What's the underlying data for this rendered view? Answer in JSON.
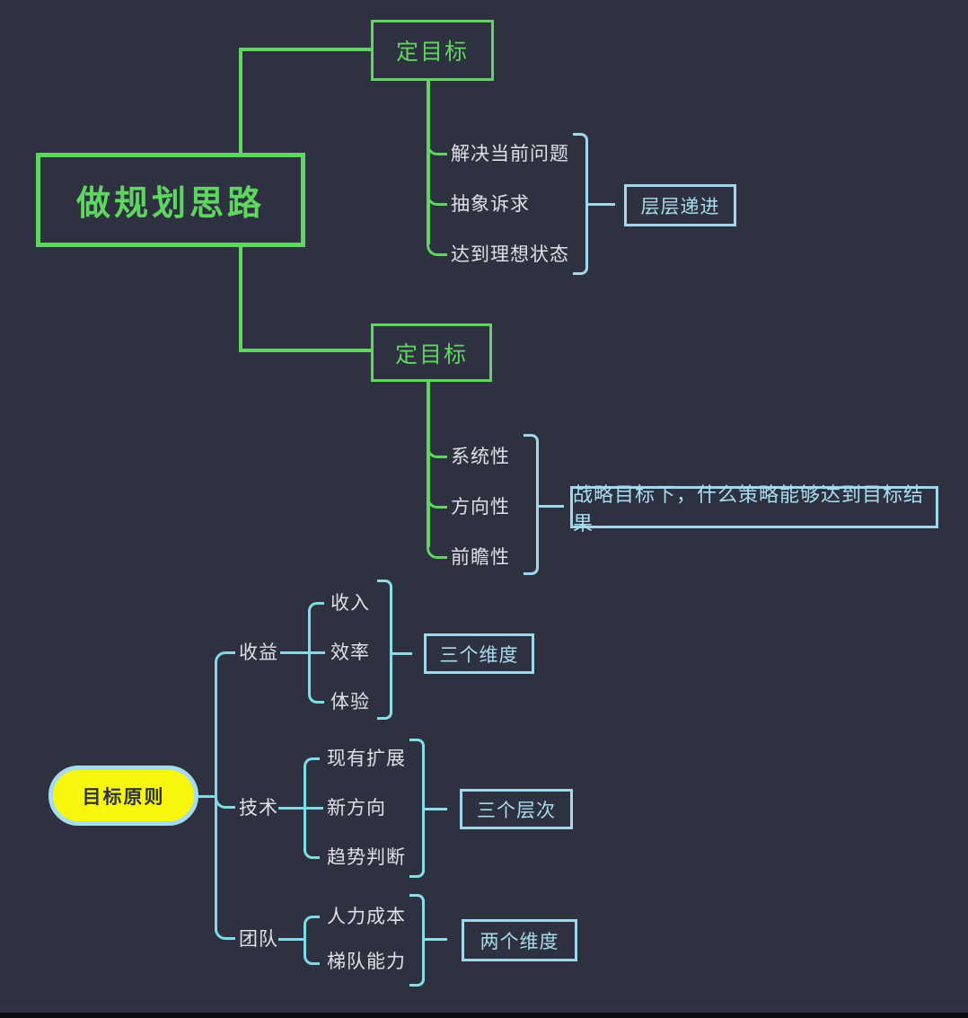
{
  "root": {
    "label": "做规划思路"
  },
  "branches": [
    {
      "node": "定目标",
      "children": [
        "解决当前问题",
        "抽象诉求",
        "达到理想状态"
      ],
      "annotation": "层层递进"
    },
    {
      "node": "定目标",
      "children": [
        "系统性",
        "方向性",
        "前瞻性"
      ],
      "annotation": "战略目标下，什么策略能够达到目标结果"
    }
  ],
  "principle": {
    "label": "目标原则",
    "groups": [
      {
        "label": "收益",
        "children": [
          "收入",
          "效率",
          "体验"
        ],
        "annotation": "三个维度"
      },
      {
        "label": "技术",
        "children": [
          "现有扩展",
          "新方向",
          "趋势判断"
        ],
        "annotation": "三个层次"
      },
      {
        "label": "团队",
        "children": [
          "人力成本",
          "梯队能力"
        ],
        "annotation": "两个维度"
      }
    ]
  },
  "colors": {
    "background": "#2e3240",
    "accent_green": "#5ed65f",
    "accent_blue": "#a3d8ec",
    "accent_cyan": "#7edce8",
    "node_yellow": "#f8f60f",
    "leaf_text": "#dde1e7",
    "bottom_bar": "#0b0d12"
  }
}
